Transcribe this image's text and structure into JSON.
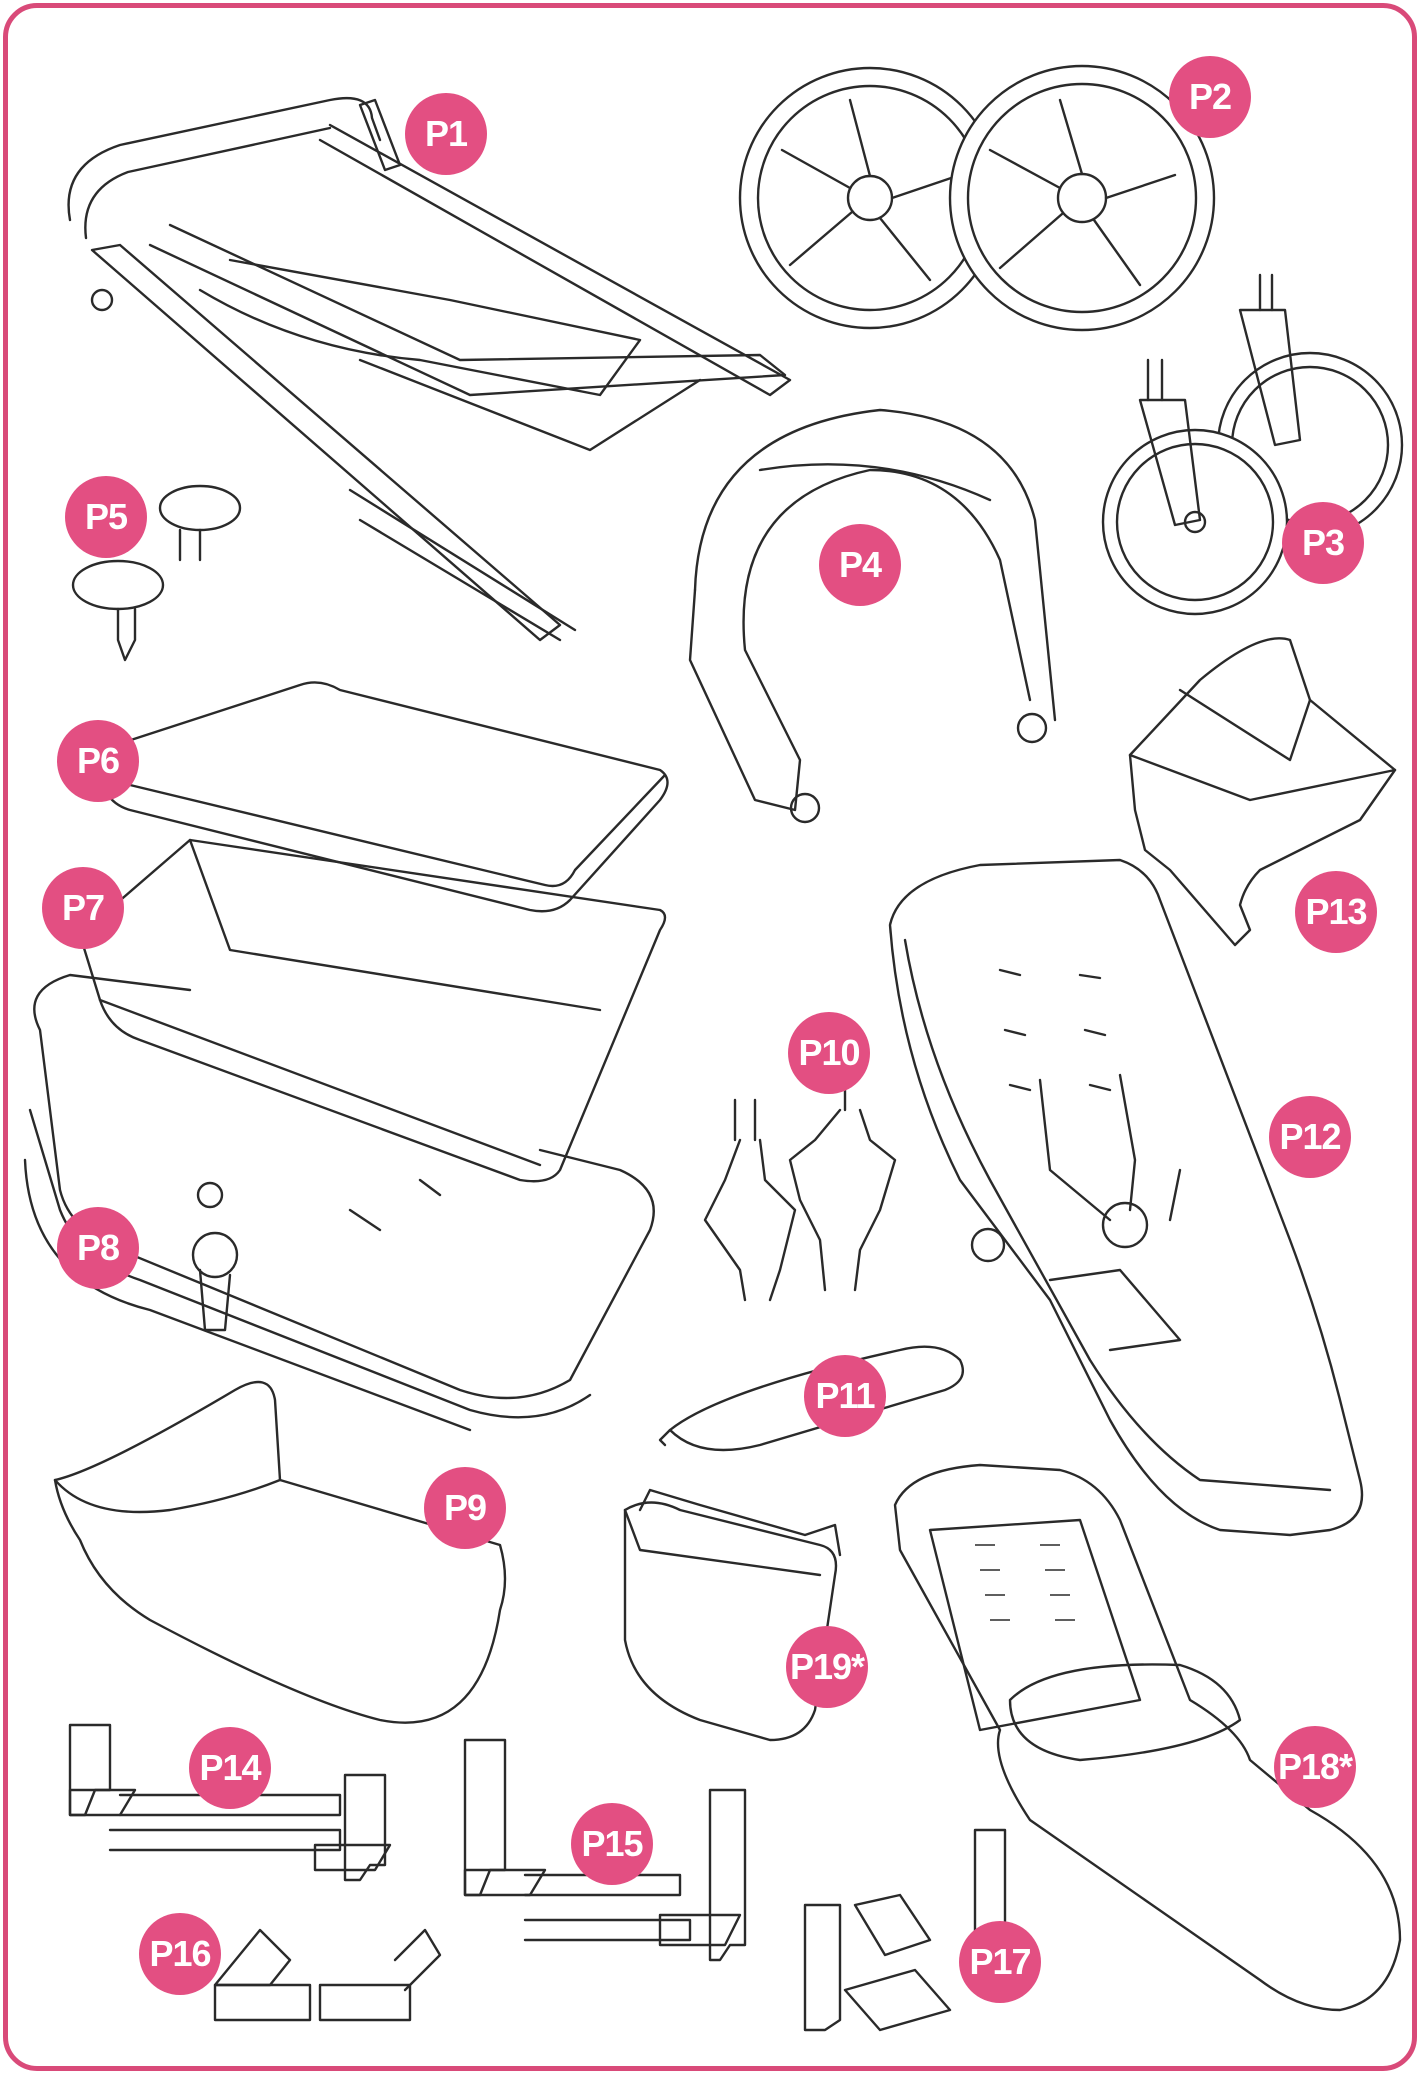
{
  "colors": {
    "badge": "#e34f82",
    "border": "#d94a79",
    "line": "#2a2a2a"
  },
  "parts": [
    {
      "id": "p1",
      "label": "P1",
      "item": "stroller-frame"
    },
    {
      "id": "p2",
      "label": "P2",
      "item": "rear-wheels"
    },
    {
      "id": "p3",
      "label": "P3",
      "item": "front-swivel-wheels"
    },
    {
      "id": "p4",
      "label": "P4",
      "item": "canopy"
    },
    {
      "id": "p5",
      "label": "P5",
      "item": "adapters"
    },
    {
      "id": "p6",
      "label": "P6",
      "item": "bassinet-cover"
    },
    {
      "id": "p7",
      "label": "P7",
      "item": "bassinet-insert"
    },
    {
      "id": "p8",
      "label": "P8",
      "item": "bassinet-frame"
    },
    {
      "id": "p9",
      "label": "P9",
      "item": "apron"
    },
    {
      "id": "p10",
      "label": "P10",
      "item": "harness-straps"
    },
    {
      "id": "p11",
      "label": "P11",
      "item": "bumper-bar"
    },
    {
      "id": "p12",
      "label": "P12",
      "item": "toddler-seat"
    },
    {
      "id": "p13",
      "label": "P13",
      "item": "fabric-cover"
    },
    {
      "id": "p14",
      "label": "P14",
      "item": "car-seat-adapter-a"
    },
    {
      "id": "p15",
      "label": "P15",
      "item": "car-seat-adapter-b"
    },
    {
      "id": "p16",
      "label": "P16",
      "item": "car-seat-adapter-c"
    },
    {
      "id": "p17",
      "label": "P17",
      "item": "car-seat-adapter-d"
    },
    {
      "id": "p18",
      "label": "P18*",
      "item": "seat-liner-footmuff"
    },
    {
      "id": "p19",
      "label": "P19*",
      "item": "storage-bag"
    }
  ]
}
